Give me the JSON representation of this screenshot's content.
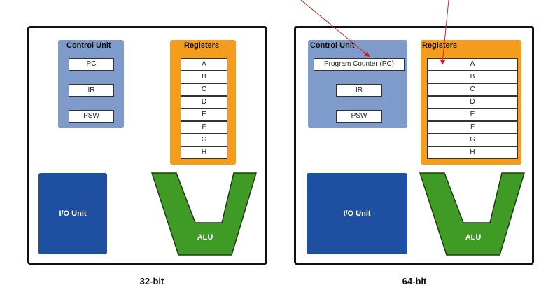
{
  "diagrams": [
    {
      "caption": "32-bit",
      "control_unit": {
        "title": "Control Unit",
        "registers": [
          "PC",
          "IR",
          "PSW"
        ]
      },
      "registers": {
        "title": "Registers",
        "rows": [
          "A",
          "B",
          "C",
          "D",
          "E",
          "F",
          "G",
          "H"
        ]
      },
      "io_unit": "I/O Unit",
      "alu": "ALU"
    },
    {
      "caption": "64-bit",
      "control_unit": {
        "title": "Control Unit",
        "registers": [
          "Program Counter (PC)",
          "IR",
          "PSW"
        ]
      },
      "registers": {
        "title": "Registers",
        "rows": [
          "A",
          "B",
          "C",
          "D",
          "E",
          "F",
          "G",
          "H"
        ]
      },
      "io_unit": "I/O Unit",
      "alu": "ALU"
    }
  ],
  "colors": {
    "control_unit": "#7f9bcc",
    "registers": "#f39c1e",
    "io_unit": "#1f4fa0",
    "alu": "#3f9a26",
    "annotation_arrow": "#d42020"
  }
}
